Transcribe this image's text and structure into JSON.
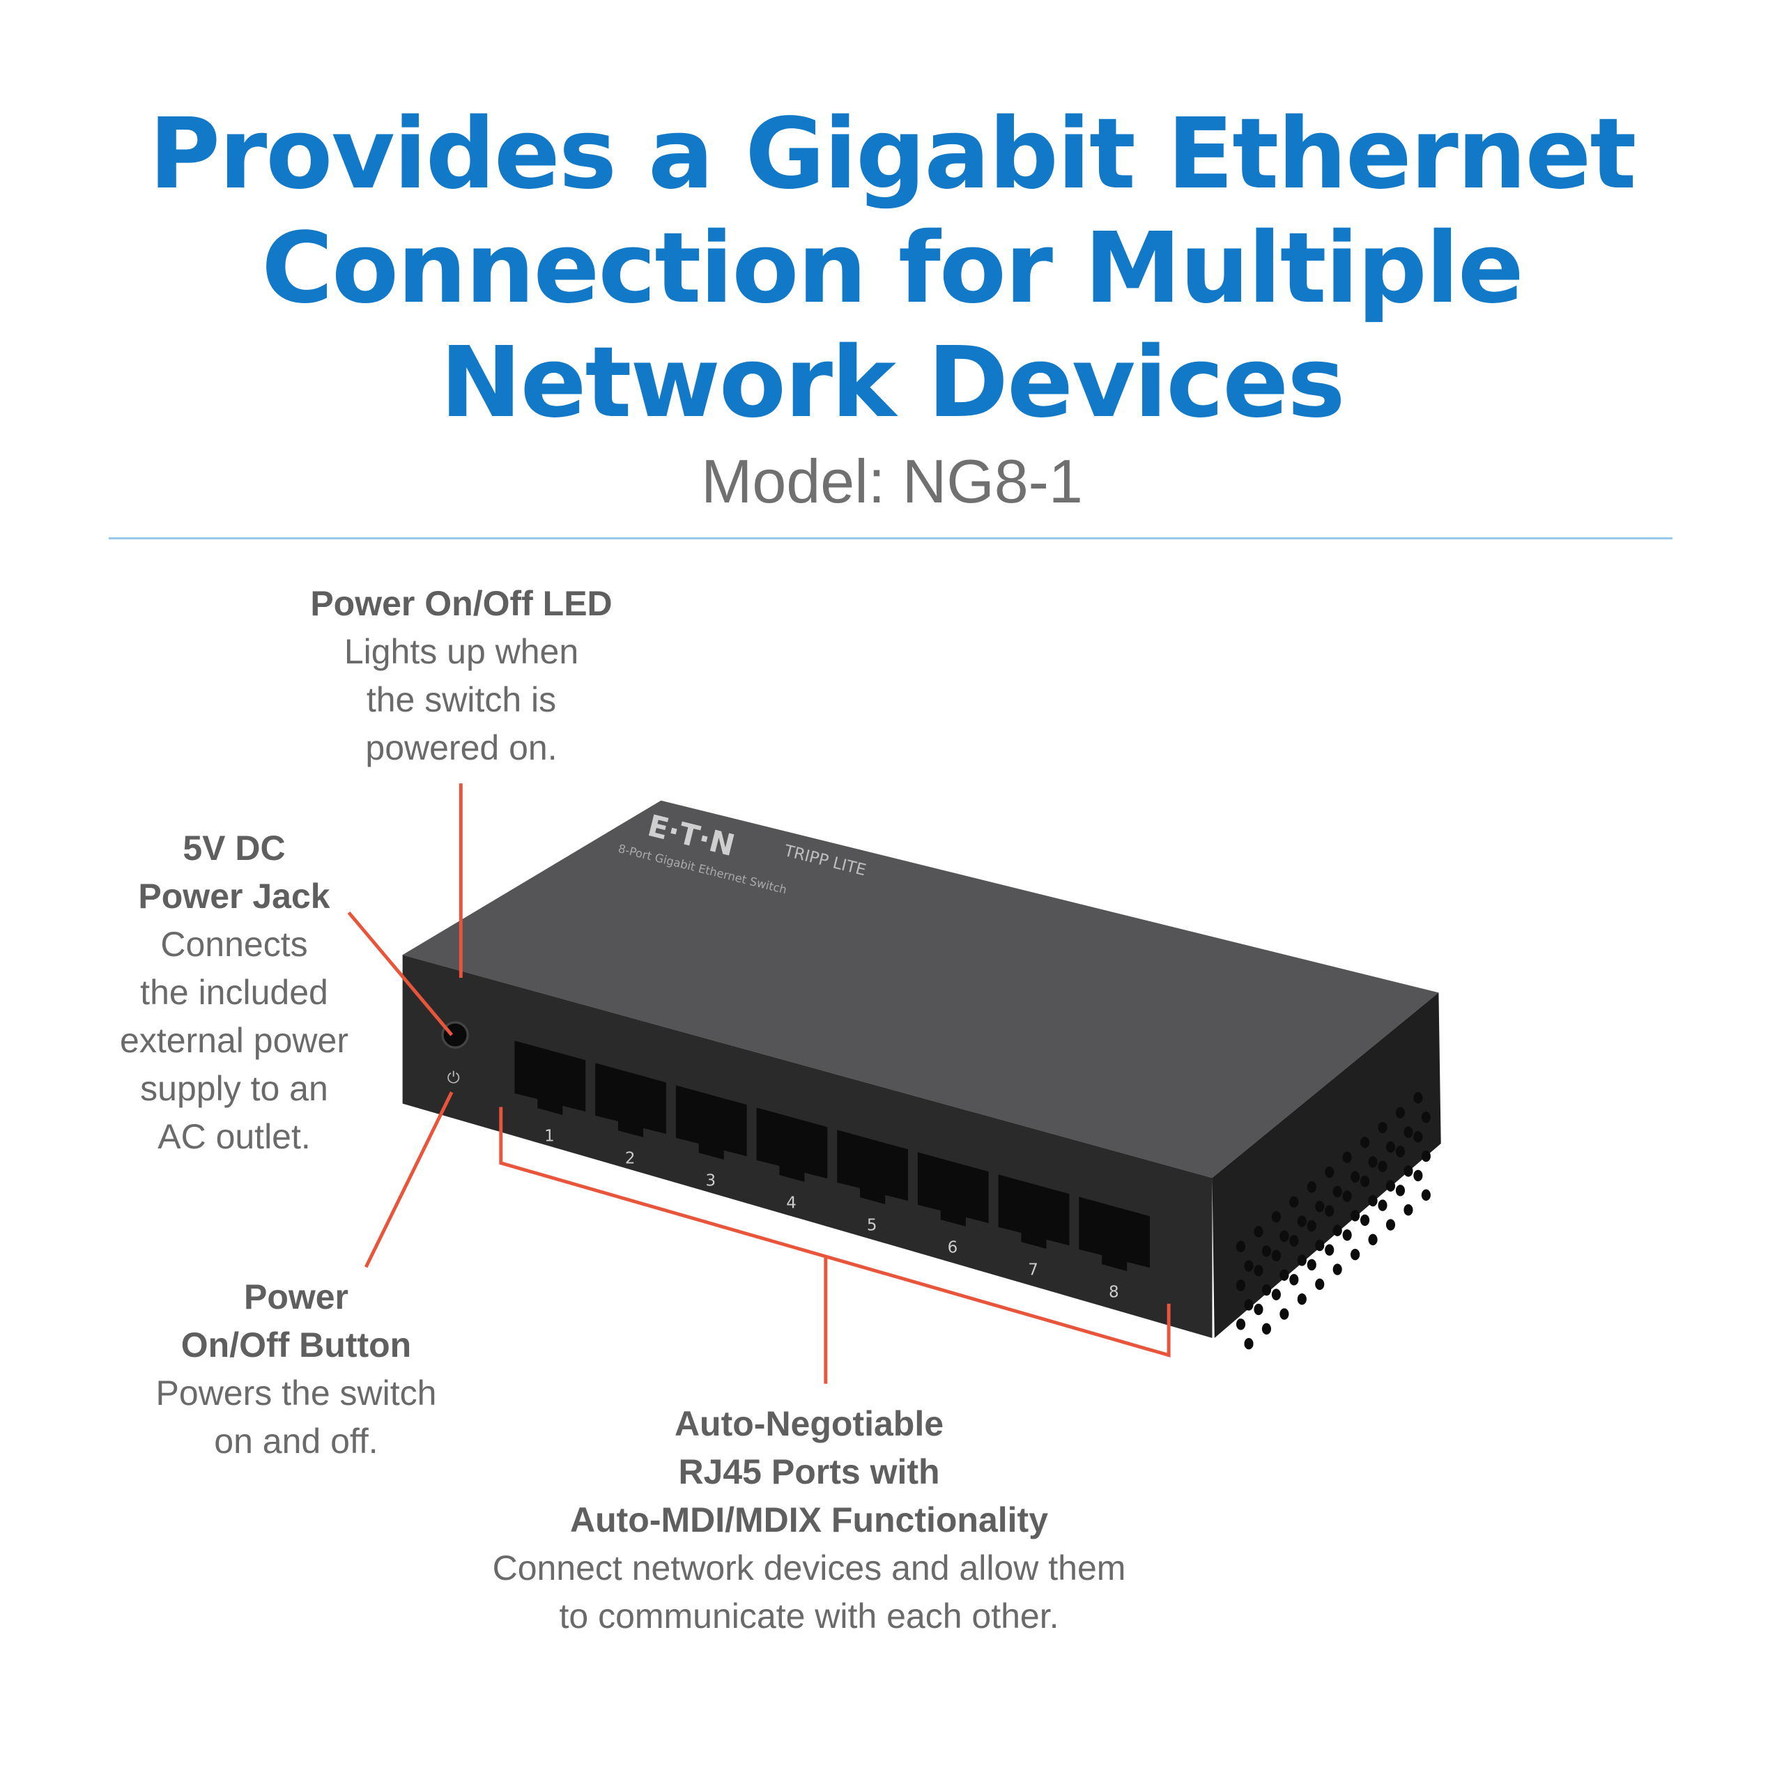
{
  "header": {
    "title_lines": [
      "Provides a Gigabit Ethernet",
      "Connection for Multiple",
      "Network Devices"
    ],
    "model": "Model: NG8-1"
  },
  "annotations": {
    "led": {
      "title": "Power On/Off LED",
      "desc": [
        "Lights up when",
        "the switch is",
        "powered on."
      ]
    },
    "jack": {
      "title": [
        "5V DC",
        "Power Jack"
      ],
      "desc": [
        "Connects",
        "the included",
        "external power",
        "supply to an",
        "AC outlet."
      ]
    },
    "button": {
      "title": [
        "Power",
        "On/Off Button"
      ],
      "desc": [
        "Powers the switch",
        "on and off."
      ]
    },
    "ports": {
      "title": [
        "Auto-Negotiable",
        "RJ45 Ports with",
        "Auto-MDI/MDIX Functionality"
      ],
      "desc": [
        "Connect network devices and allow them",
        "to communicate with each other."
      ]
    }
  },
  "device": {
    "brand": "E·T·N",
    "brand2": "TRIPP LITE",
    "label": "8-Port Gigabit Ethernet Switch",
    "port_numbers": [
      "1",
      "2",
      "3",
      "4",
      "5",
      "6",
      "7",
      "8"
    ]
  },
  "colors": {
    "accent": "#1278c8",
    "callout": "#e8553a",
    "text": "#6a6a6a"
  }
}
